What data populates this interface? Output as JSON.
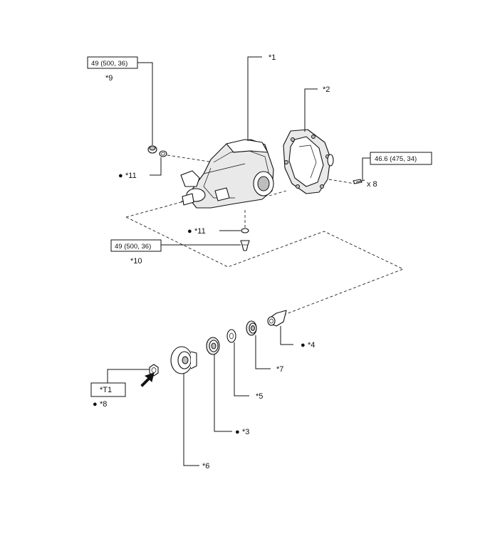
{
  "callouts": {
    "c1": "*1",
    "c2": "*2",
    "c3": "*3",
    "c4": "*4",
    "c5": "*5",
    "c6": "*6",
    "c7": "*7",
    "c8": "*8",
    "c9": "*9",
    "c10": "*10",
    "c11a": "*11",
    "c11b": "*11",
    "t1": "*T1"
  },
  "torque": {
    "t9": "49 (500, 36)",
    "t10": "49 (500, 36)",
    "t2": "46.6 (475, 34)"
  },
  "quantity": "x 8",
  "bullet": "●"
}
